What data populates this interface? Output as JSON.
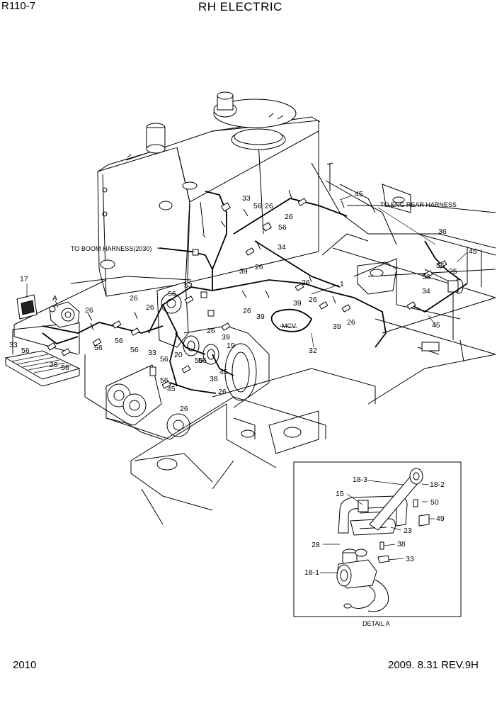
{
  "header": {
    "model": "R110-7",
    "title": "RH ELECTRIC"
  },
  "footer": {
    "page_number": "2010",
    "date_revision": "2009. 8.31  REV.9H"
  },
  "notes": {
    "to_boom_harness": "TO BOOM HARNESS(2030)",
    "to_eng_rear_harness": "TO ENG REAR HARNESS",
    "mcv": "MCV",
    "detail_a_caption": "DETAIL A",
    "detail_marker": "A"
  },
  "callouts": [
    "33",
    "26",
    "56",
    "56",
    "26",
    "34",
    "39",
    "26",
    "45",
    "36",
    "45",
    "56",
    "25",
    "56",
    "34",
    "45",
    "1",
    "26",
    "39",
    "39",
    "26",
    "39",
    "32",
    "26",
    "26",
    "56",
    "53",
    "56",
    "26",
    "39",
    "56",
    "33",
    "20",
    "56",
    "56",
    "38",
    "19",
    "45",
    "26",
    "45",
    "26",
    "17",
    "26",
    "56",
    "33",
    "56",
    "26",
    "56"
  ],
  "detail_callouts": [
    "18-3",
    "18-2",
    "15",
    "50",
    "49",
    "23",
    "28",
    "38",
    "18-1",
    "33"
  ]
}
